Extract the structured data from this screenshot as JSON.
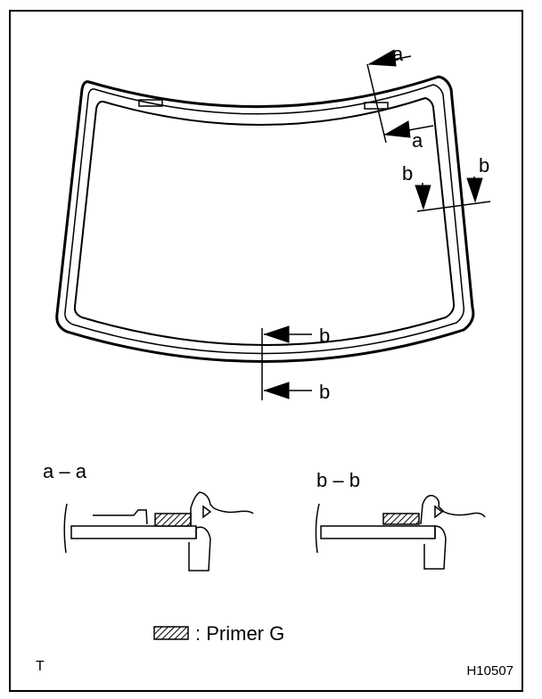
{
  "labels": {
    "section_a_top": "a",
    "section_a_bottom": "a",
    "section_b_right_1": "b",
    "section_b_right_2": "b",
    "section_b_bottom_1": "b",
    "section_b_bottom_2": "b"
  },
  "sections": {
    "a_title": "a – a",
    "b_title": "b – b"
  },
  "legend": {
    "text": ": Primer G"
  },
  "corner_mark": "T",
  "figure_code": "H10507"
}
